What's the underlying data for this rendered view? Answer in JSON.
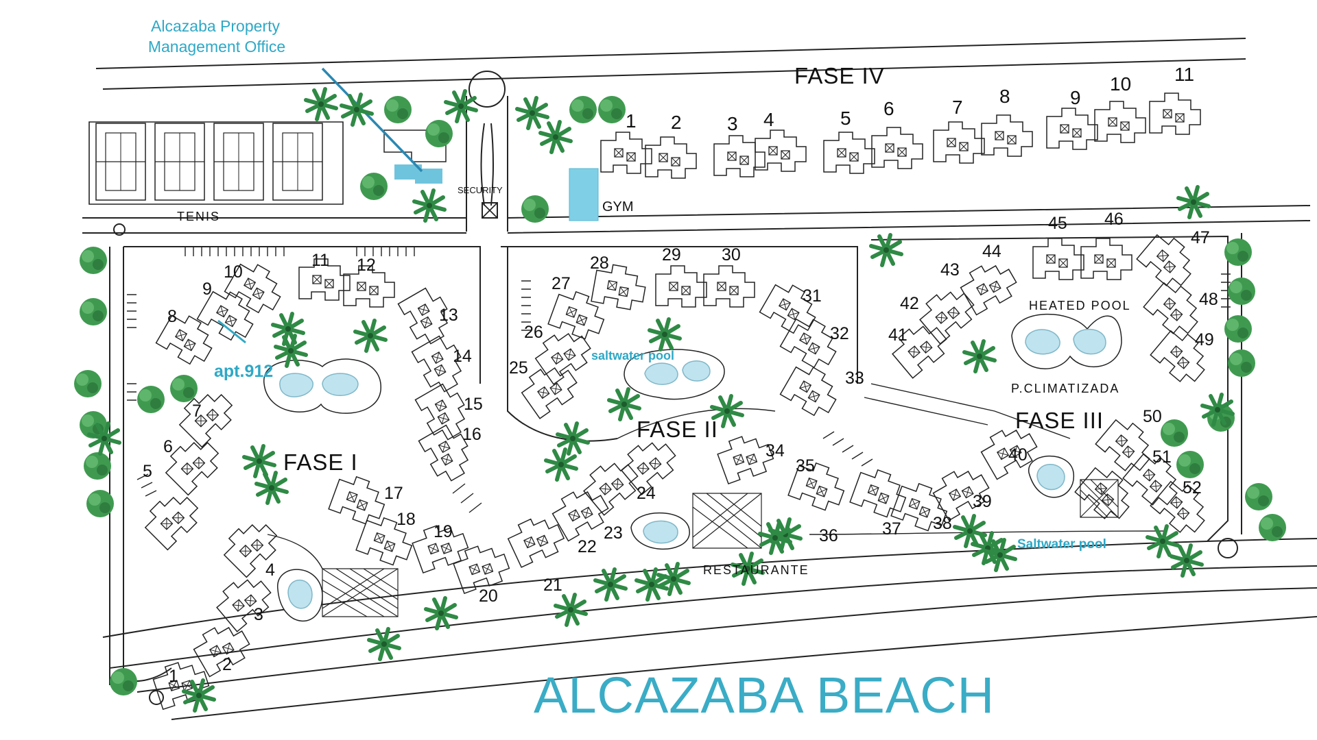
{
  "title": "ALCAZABA BEACH",
  "office_label": [
    "Alcazaba Property",
    "Management Office"
  ],
  "apt_label": "apt.912",
  "phases": {
    "fase1": "FASE I",
    "fase2": "FASE II",
    "fase3": "FASE III",
    "fase4": "FASE IV"
  },
  "facilities": {
    "tenis": "TENIS",
    "security": "SECURITY",
    "gym": "GYM",
    "heated_pool": "HEATED POOL",
    "climatizada": "P.CLIMATIZADA",
    "saltwater_pool_1": "saltwater pool",
    "saltwater_pool_2": "Saltwater pool",
    "restaurante": "RESTAURANTE"
  },
  "fase4_buildings": [
    "1",
    "2",
    "3",
    "4",
    "5",
    "6",
    "7",
    "8",
    "9",
    "10",
    "11"
  ],
  "buildings": [
    "1",
    "2",
    "3",
    "4",
    "5",
    "6",
    "7",
    "8",
    "9",
    "10",
    "11",
    "12",
    "13",
    "14",
    "15",
    "16",
    "17",
    "18",
    "19",
    "20",
    "21",
    "22",
    "23",
    "24",
    "25",
    "26",
    "27",
    "28",
    "29",
    "30",
    "31",
    "32",
    "33",
    "34",
    "35",
    "36",
    "37",
    "38",
    "39",
    "40",
    "41",
    "42",
    "43",
    "44",
    "45",
    "46",
    "47",
    "48",
    "49",
    "50",
    "51",
    "52"
  ],
  "colors": {
    "accent": "#2ea8c6",
    "pool": "#bfe3ef",
    "tree": "#3f9a50",
    "line": "#222222"
  }
}
